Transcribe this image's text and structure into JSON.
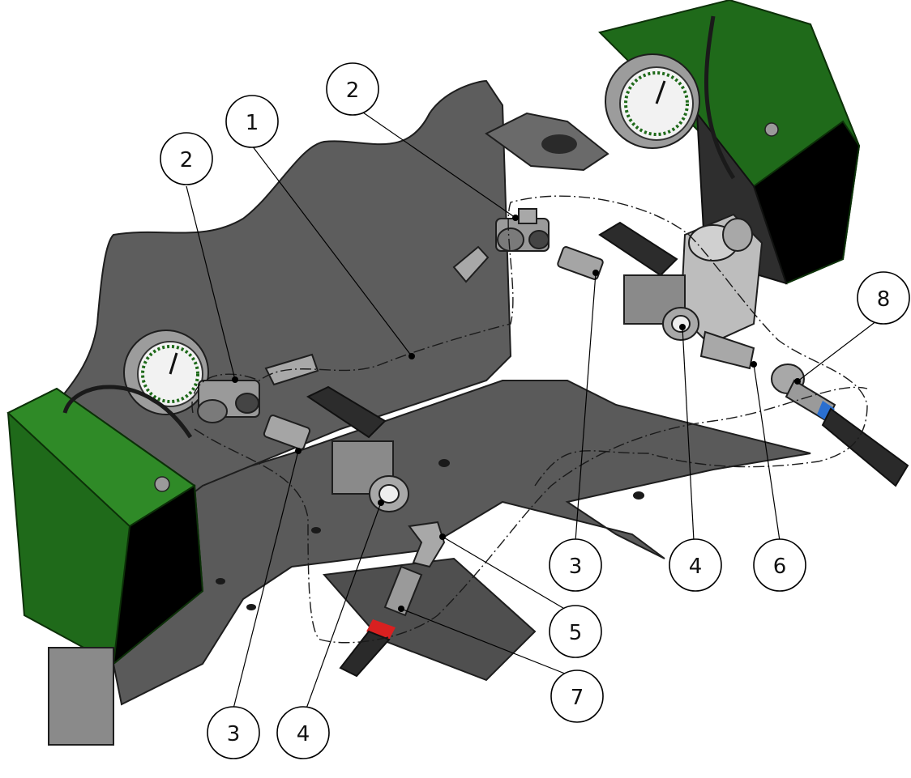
{
  "colors": {
    "panel": "#595959",
    "panel_dark": "#3f3f3f",
    "panel_edge": "#1e1e1e",
    "green": "#23701d",
    "green_dark": "#13470f",
    "metal": "#b8b8b8",
    "metal_dark": "#6d6d6d",
    "handle": "#2c2c2c",
    "hose": "#2a2a2a",
    "red_ring": "#d92020",
    "blue_ring": "#2a6fd0",
    "callout_fill": "#ffffff",
    "callout_stroke": "#000000"
  },
  "callouts": [
    {
      "id": "1",
      "label": "1"
    },
    {
      "id": "2a",
      "label": "2"
    },
    {
      "id": "2b",
      "label": "2"
    },
    {
      "id": "3a",
      "label": "3"
    },
    {
      "id": "3b",
      "label": "3"
    },
    {
      "id": "4a",
      "label": "4"
    },
    {
      "id": "4b",
      "label": "4"
    },
    {
      "id": "5",
      "label": "5"
    },
    {
      "id": "6",
      "label": "6"
    },
    {
      "id": "7",
      "label": "7"
    },
    {
      "id": "8",
      "label": "8"
    }
  ]
}
